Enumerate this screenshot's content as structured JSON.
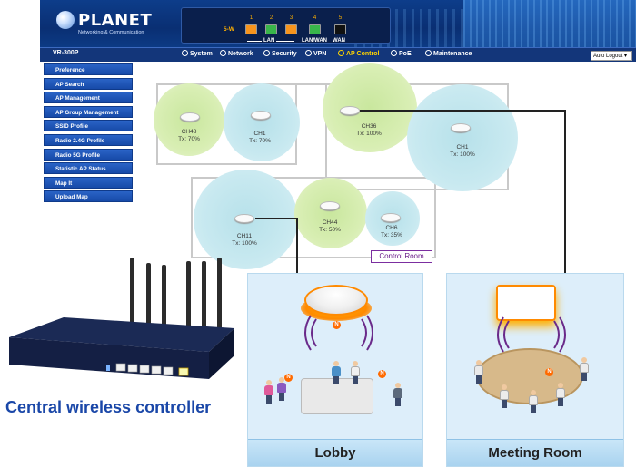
{
  "header": {
    "brand": "PLANET",
    "tagline": "Networking & Communication",
    "power_label": "5-W",
    "ports": [
      {
        "num": "1",
        "color": "#f7941d"
      },
      {
        "num": "2",
        "color": "#39b54a"
      },
      {
        "num": "3",
        "color": "#f7941d"
      },
      {
        "num": "4",
        "color": "#39b54a"
      },
      {
        "num": "5",
        "color": "#111111"
      }
    ],
    "lan_label": "LAN",
    "lanwan_label": "LAN/WAN",
    "wan_label": "WAN"
  },
  "nav": {
    "model": "VR-300P",
    "items": [
      {
        "label": "System",
        "active": false
      },
      {
        "label": "Network",
        "active": false
      },
      {
        "label": "Security",
        "active": false
      },
      {
        "label": "VPN",
        "active": false
      },
      {
        "label": "AP Control",
        "active": true
      },
      {
        "label": "PoE",
        "active": false
      },
      {
        "label": "Maintenance",
        "active": false
      }
    ],
    "logout_select": "Auto Logout"
  },
  "sidebar": {
    "items": [
      {
        "label": "Preference"
      },
      {
        "label": "AP Search"
      },
      {
        "label": "AP Management"
      },
      {
        "label": "AP Group Management"
      },
      {
        "label": "SSID Profile"
      },
      {
        "label": "Radio 2.4G Profile"
      },
      {
        "label": "Radio 5G Profile"
      },
      {
        "label": "Statistic AP Status"
      },
      {
        "label": "Map It"
      },
      {
        "label": "Upload Map"
      }
    ]
  },
  "map": {
    "aps": [
      {
        "ch": "CH48",
        "tx": "Tx: 70%",
        "coverage": "green"
      },
      {
        "ch": "CH1",
        "tx": "Tx: 70%",
        "coverage": "blue"
      },
      {
        "ch": "CH36",
        "tx": "Tx: 100%",
        "coverage": "green"
      },
      {
        "ch": "CH1",
        "tx": "Tx: 100%",
        "coverage": "blue"
      },
      {
        "ch": "CH11",
        "tx": "Tx: 100%",
        "coverage": "blue"
      },
      {
        "ch": "CH44",
        "tx": "Tx: 50%",
        "coverage": "green"
      },
      {
        "ch": "CH6",
        "tx": "Tx: 35%",
        "coverage": "blue"
      }
    ],
    "control_room": "Control Room"
  },
  "rooms": {
    "lobby": "Lobby",
    "meeting": "Meeting Room",
    "badge": "N"
  },
  "controller": {
    "label": "Central wireless controller"
  },
  "colors": {
    "header_bg": "#0d3d8a",
    "nav_active": "#ffd400",
    "sidebar_btn": "#1f55b5",
    "controller_label": "#1a47a8",
    "ap_glow": "#ff8a00"
  }
}
